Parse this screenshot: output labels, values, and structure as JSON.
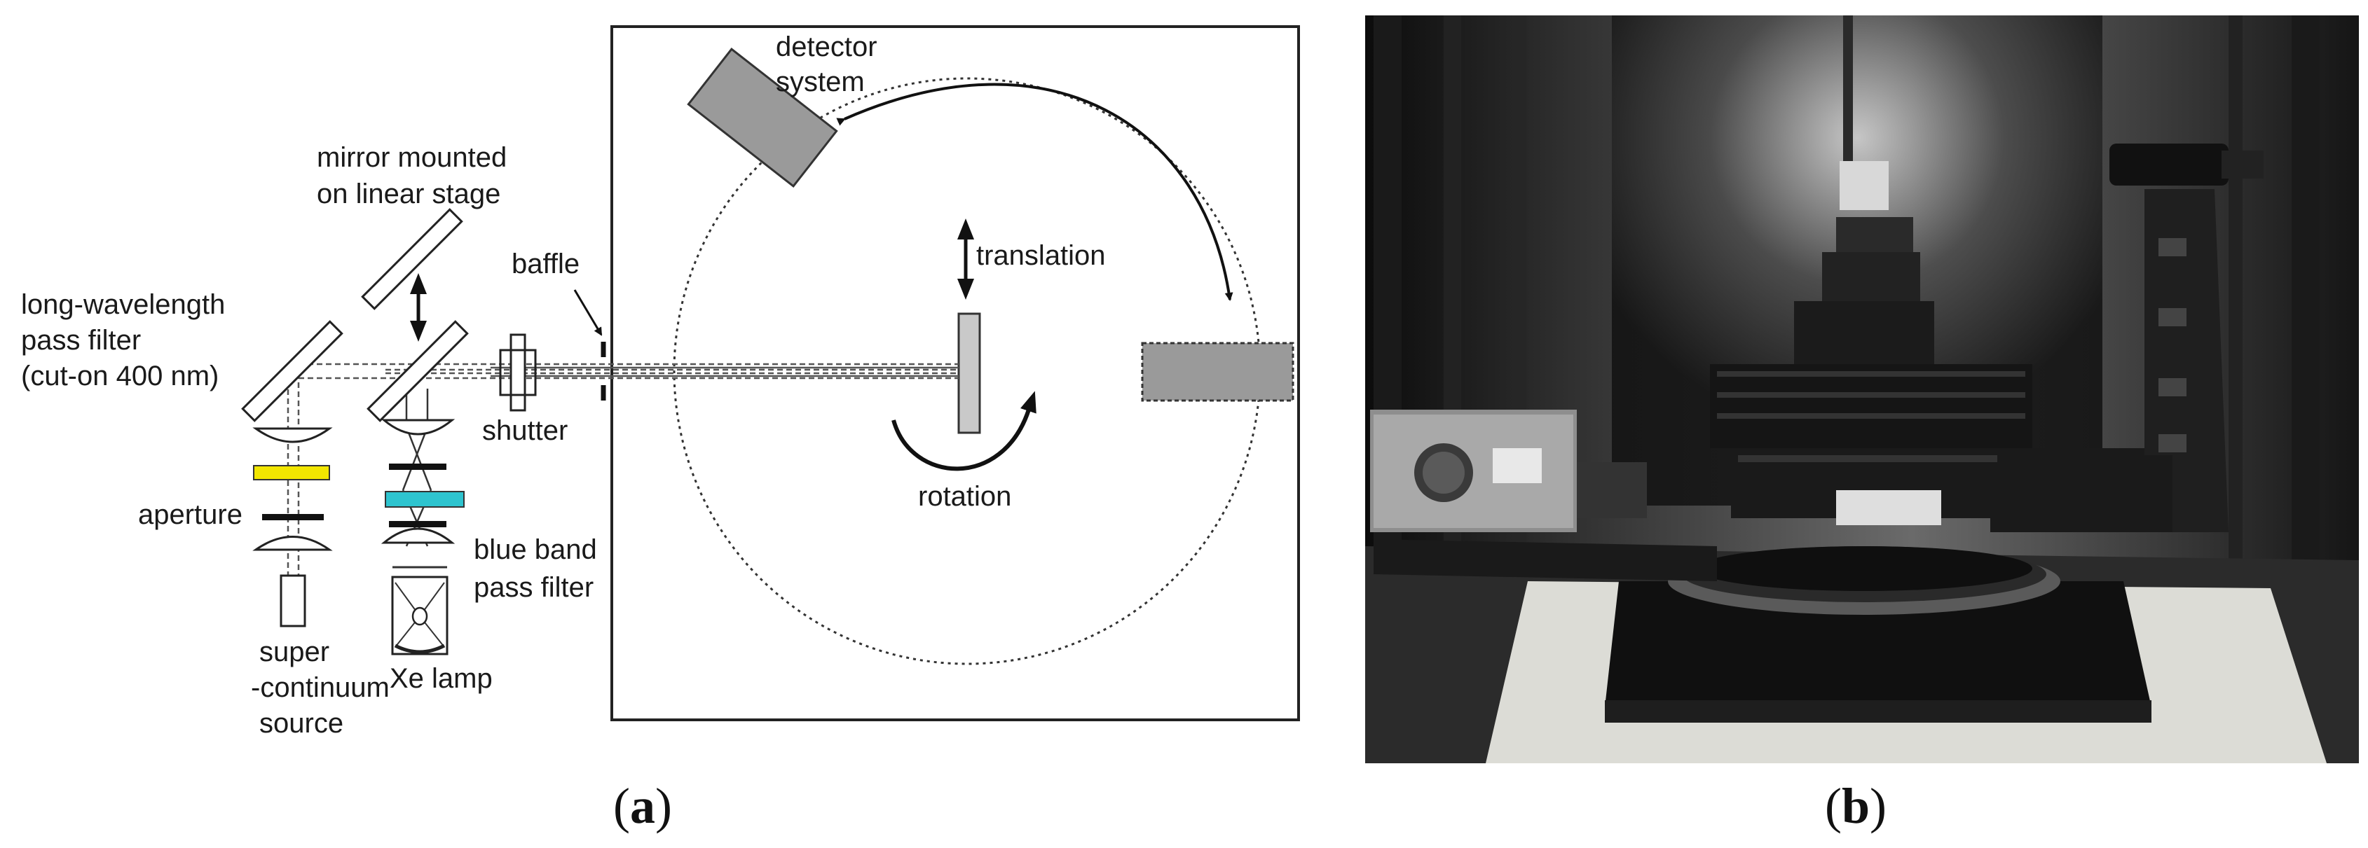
{
  "panel_a": {
    "caption_open": "(",
    "caption_letter": "a",
    "caption_close": ")",
    "labels": {
      "detector_l1": "detector",
      "detector_l2": "system",
      "mirror_l1": "mirror mounted",
      "mirror_l2": "on linear stage",
      "lwp_l1": "long-wavelength",
      "lwp_l2": "pass filter",
      "lwp_l3": "(cut-on 400 nm)",
      "baffle": "baffle",
      "shutter": "shutter",
      "translation": "translation",
      "rotation": "rotation",
      "aperture": "aperture",
      "bbp_l1": "blue band",
      "bbp_l2": "pass filter",
      "sc_l1": "super",
      "sc_l2": "-continuum",
      "sc_l3": "source",
      "xe": "Xe lamp"
    },
    "colors": {
      "filter_yellow": "#f2e600",
      "filter_cyan": "#2ec4cf",
      "component_gray": "#9a9a9a",
      "sample_gray": "#c9c9c9"
    }
  },
  "panel_b": {
    "caption_open": "(",
    "caption_letter": "b",
    "caption_close": ")",
    "image_desc": "photograph of goniometer setup"
  }
}
